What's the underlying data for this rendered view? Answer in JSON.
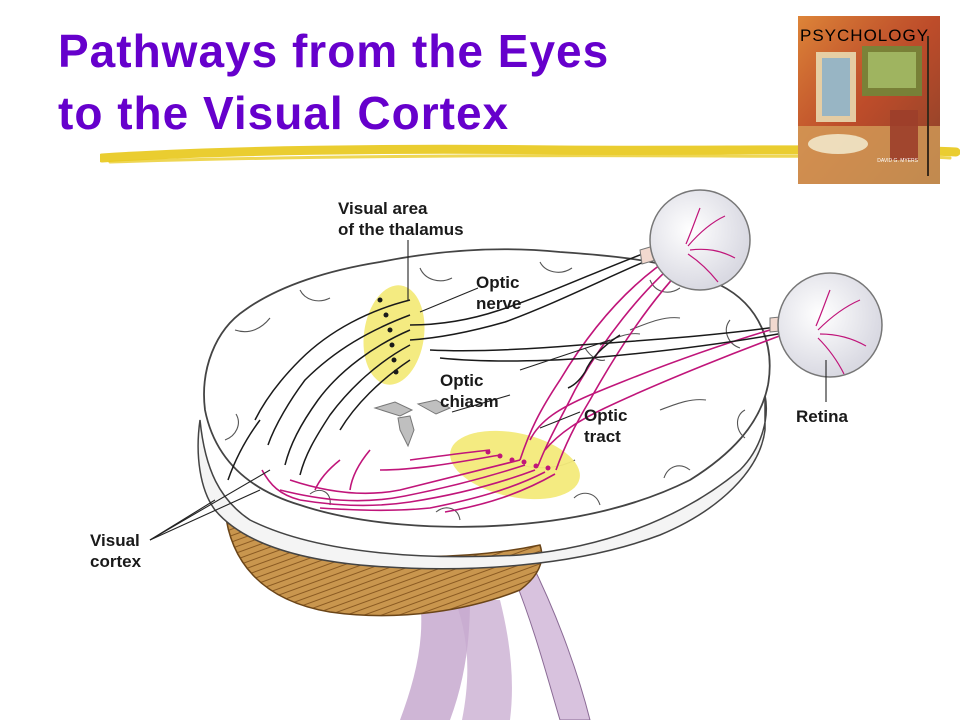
{
  "title": {
    "line1": "Pathways from the Eyes",
    "line2": "to the Visual Cortex"
  },
  "book_cover": {
    "title": "PSYCHOLOGY",
    "author": "DAVID G. MYERS"
  },
  "labels": {
    "thalamus": {
      "line1": "Visual area",
      "line2": "of the thalamus"
    },
    "optic_nerve": {
      "line1": "Optic",
      "line2": "nerve"
    },
    "optic_chiasm": {
      "line1": "Optic",
      "line2": "chiasm"
    },
    "optic_tract": {
      "line1": "Optic",
      "line2": "tract"
    },
    "retina": {
      "line1": "Retina"
    },
    "visual_cortex": {
      "line1": "Visual",
      "line2": "cortex"
    }
  },
  "colors": {
    "title": "#6600cc",
    "highlight": "#e8c81a",
    "pathway_magenta": "#c0157a",
    "pathway_black": "#1a1a1a",
    "thalamus_region": "#f3ea7a",
    "brain_fill": "#ffffff",
    "brain_outline": "#444444",
    "cerebellum": "#c9964e",
    "brainstem": "#c7a9cf",
    "eyeball": "#f2f2f6",
    "book_cover_base": "#c85a2a"
  }
}
